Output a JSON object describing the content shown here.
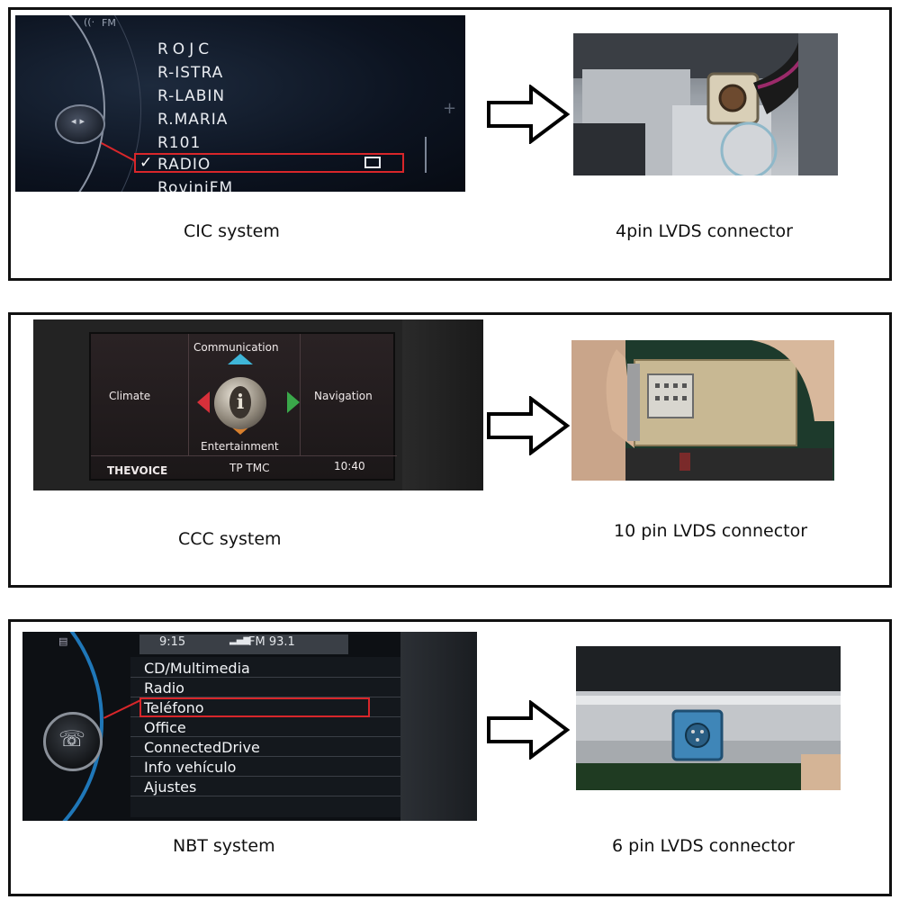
{
  "panels": [
    {
      "left_caption": "CIC system",
      "right_caption": "4pin LVDS connector"
    },
    {
      "left_caption": "CCC system",
      "right_caption": "10 pin LVDS connector"
    },
    {
      "left_caption": "NBT system",
      "right_caption": "6 pin LVDS connector"
    }
  ],
  "cic": {
    "band": "FM",
    "items": [
      "ROJC",
      "R-ISTRA",
      "R-LABIN",
      "R.MARIA",
      "R101",
      "RADIO",
      "RovinjFM"
    ],
    "selected": "RADIO",
    "check": "✓"
  },
  "ccc": {
    "top": "Communication",
    "left": "Climate",
    "right": "Navigation",
    "bottom": "Entertainment",
    "status_left": "THEVOICE",
    "status_mid": "TP TMC",
    "status_time": "10:40",
    "center_icon": "i",
    "arrow_colors": {
      "up": "#3fb6d8",
      "left": "#d8303a",
      "right": "#3aa84a",
      "down": "#d8802e"
    }
  },
  "nbt": {
    "time": "9:15",
    "station": "FM 93.1",
    "items": [
      "CD/Multimedia",
      "Radio",
      "Teléfono",
      "Office",
      "ConnectedDrive",
      "Info vehículo",
      "Ajustes"
    ],
    "selected": "Teléfono"
  },
  "icons": [
    "arrow-right-icon",
    "knob-icon",
    "phone-icon",
    "info-icon"
  ]
}
